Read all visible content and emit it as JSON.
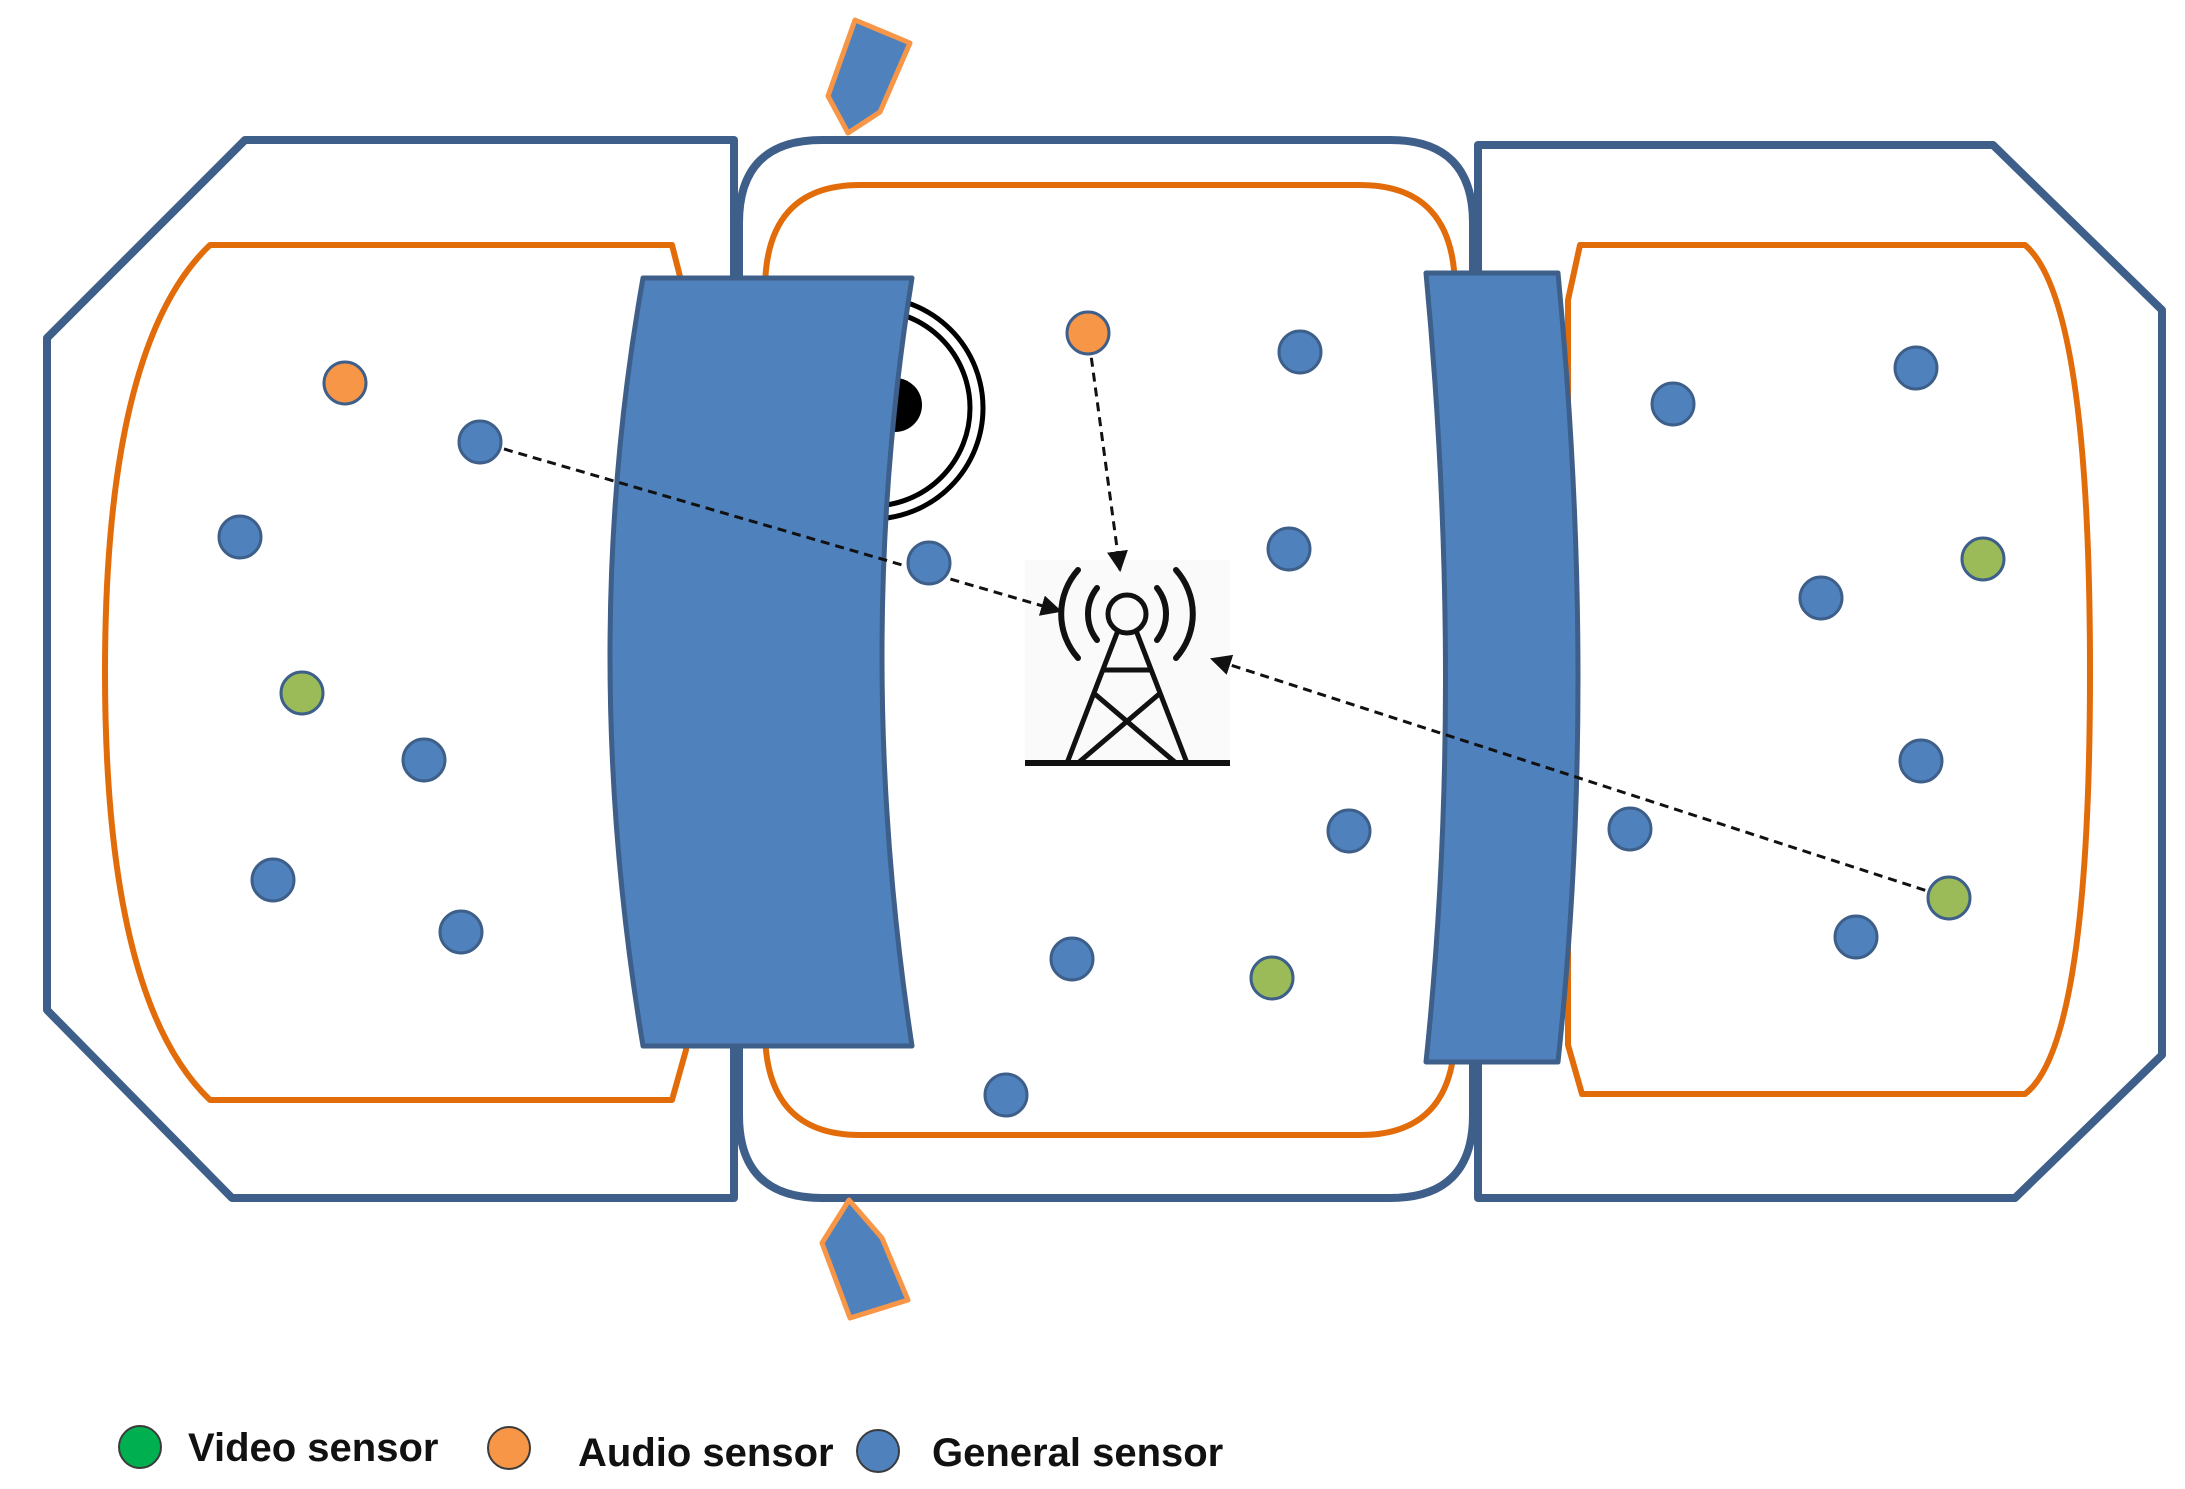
{
  "colors": {
    "outline": "#3E5F8A",
    "zone": "#E36C0A",
    "wall_fill": "#4F81BD",
    "door_stroke": "#F79646",
    "video": "#9BBB59",
    "audio": "#F79646",
    "general": "#4F81BD",
    "legend_video": "#00B050",
    "legend_audio": "#F79646",
    "legend_general": "#4F81BD",
    "arrow": "#111111"
  },
  "icons": {
    "antenna": "radio-tower-icon",
    "camera": "camera-lens-icon",
    "door": "door-icon"
  },
  "legend": [
    {
      "key": "video",
      "label": "Video sensor"
    },
    {
      "key": "audio",
      "label": "Audio sensor"
    },
    {
      "key": "general",
      "label": "General sensor"
    }
  ],
  "sensors": [
    {
      "room": "left",
      "type": "audio"
    },
    {
      "room": "left",
      "type": "general"
    },
    {
      "room": "left",
      "type": "general"
    },
    {
      "room": "left",
      "type": "video"
    },
    {
      "room": "left",
      "type": "general"
    },
    {
      "room": "left",
      "type": "general"
    },
    {
      "room": "left",
      "type": "general"
    },
    {
      "room": "center",
      "type": "audio"
    },
    {
      "room": "center",
      "type": "general"
    },
    {
      "room": "center",
      "type": "general"
    },
    {
      "room": "center",
      "type": "general"
    },
    {
      "room": "center",
      "type": "general"
    },
    {
      "room": "center",
      "type": "general"
    },
    {
      "room": "center",
      "type": "video"
    },
    {
      "room": "center",
      "type": "general"
    },
    {
      "room": "right",
      "type": "general"
    },
    {
      "room": "right",
      "type": "general"
    },
    {
      "room": "right",
      "type": "video"
    },
    {
      "room": "right",
      "type": "general"
    },
    {
      "room": "right",
      "type": "general"
    },
    {
      "room": "right",
      "type": "general"
    },
    {
      "room": "right",
      "type": "video"
    },
    {
      "room": "right",
      "type": "general"
    }
  ],
  "links": [
    {
      "from_sensor": 1,
      "to": "antenna"
    },
    {
      "from_sensor": 7,
      "to": "antenna"
    },
    {
      "from_sensor": 21,
      "to": "antenna"
    }
  ]
}
